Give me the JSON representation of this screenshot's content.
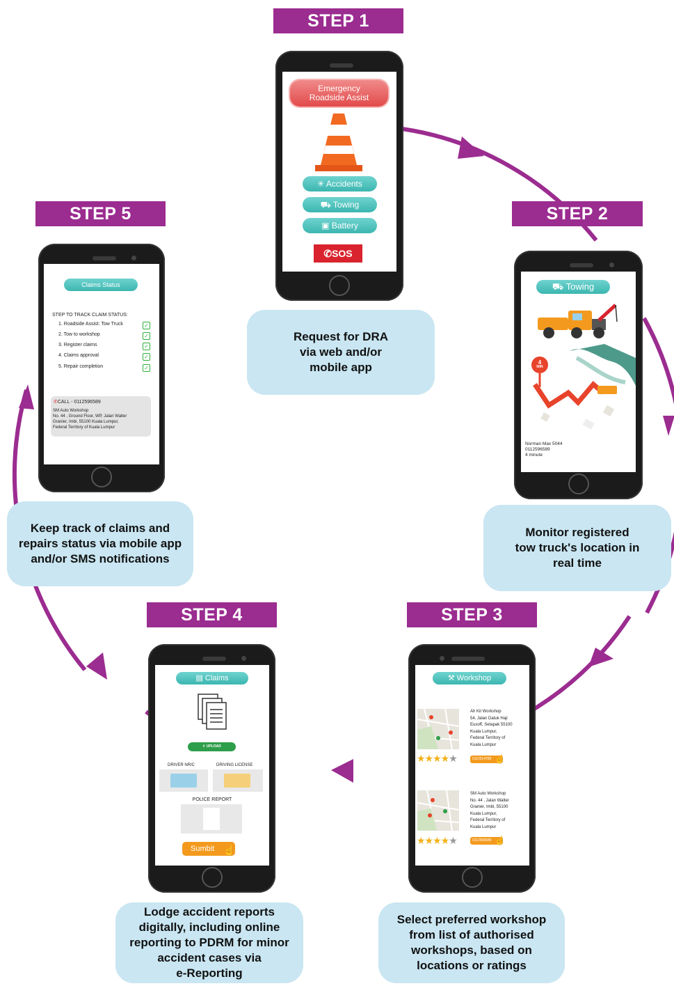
{
  "steps": {
    "s1": {
      "label": "STEP 1",
      "caption": "Request for DRA\nvia web and/or\nmobile app"
    },
    "s2": {
      "label": "STEP 2",
      "caption": "Monitor registered\ntow truck's location in\nreal time"
    },
    "s3": {
      "label": "STEP 3",
      "caption": "Select preferred workshop\nfrom list of authorised\nworkshops, based on\nlocations or ratings"
    },
    "s4": {
      "label": "STEP 4",
      "caption": "Lodge accident reports\ndigitally, including online\nreporting to PDRM for minor\naccident cases via\ne-Reporting"
    },
    "s5": {
      "label": "STEP 5",
      "caption": "Keep track of claims and\nrepairs status via mobile app\nand/or SMS notifications"
    }
  },
  "phone1": {
    "header": "Emergency\nRoadside Assist",
    "buttons": [
      "Accidents",
      "Towing",
      "Battery"
    ],
    "sos": "SOS"
  },
  "phone2": {
    "header": "Towing",
    "eta_number": "4",
    "eta_unit": "MIN",
    "driver_name": "Norman Max 5044",
    "driver_phone": "0112596589",
    "eta_text": "4 minute"
  },
  "phone3": {
    "header": "Workshop",
    "workshops": [
      {
        "address": "Ah Kit Workshop\n54, Jalan Datuk Haji\nEusoff, Setapak 55100\nKuala Lumpur,\nFederal Territory of\nKuala Lumpur",
        "phone": "0112514789",
        "stars": "★★★★",
        "empty_stars": "★"
      },
      {
        "address": "SM Auto Workshop\nNo. 44 , Jalan Walter\nGranier, Imbi, 55100\nKuala Lumpur,\nFederal Territory of\nKuala Lumpur",
        "phone": "0112596589",
        "stars": "★★★★",
        "empty_stars": "★"
      }
    ]
  },
  "phone4": {
    "header": "Claims",
    "upload": "UPLOAD",
    "driver_nric": "DRIVER NRIC",
    "driving_license": "DRIVING LICENSE",
    "police_report": "POLICE REPORT",
    "submit": "Sumbit"
  },
  "phone5": {
    "header": "Claims Status",
    "title": "STEP TO TRACK CLAIM STATUS:",
    "items": [
      "1. Roadside Assist: Tow Truck",
      "2. Tow to workshop",
      "3. Register claims",
      "4. Claims approval",
      "5. Repair completion"
    ],
    "call": "CALL - 0112596589",
    "address": "SM Auto Workshop\nNo. 44 , Ground Floor, WP, Jalan Walter\nGranier, Imbi, 55100 Kuala Lumpur,\nFederal Territory of Kuala Lumpur"
  },
  "colors": {
    "purple": "#9b2c90",
    "bubble": "#c9e6f2",
    "teal": "#3cb6b0",
    "orange": "#f39a1e",
    "red": "#d9232e"
  }
}
